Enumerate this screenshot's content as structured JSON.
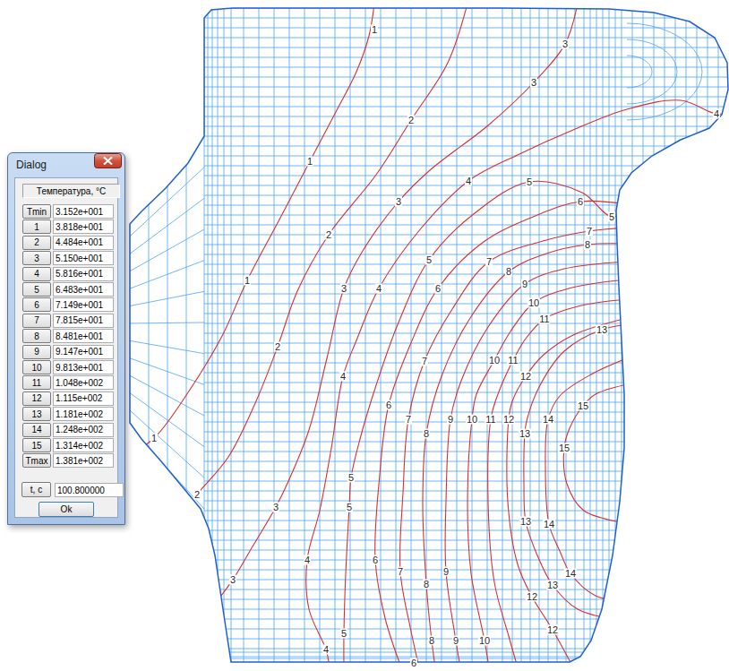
{
  "diagram": {
    "nodes": [
      {
        "text": [
          "Dialog"
        ]
      },
      {
        "text": [
          "Температура, °C"
        ],
        "in": 0
      },
      {
        "text": [
          "Tmin"
        ],
        "in": 0
      },
      {
        "text": [
          "3.152e+001"
        ],
        "in": 0
      },
      {
        "text": [
          "1"
        ],
        "in": 0
      },
      {
        "text": [
          "3.818e+001"
        ],
        "in": 0
      },
      {
        "text": [
          "2"
        ],
        "in": 0
      },
      {
        "text": [
          "4.484e+001"
        ],
        "in": 0
      },
      {
        "text": [
          "3"
        ],
        "in": 0
      },
      {
        "text": [
          "5.150e+001"
        ],
        "in": 0
      },
      {
        "text": [
          "4"
        ],
        "in": 0
      },
      {
        "text": [
          "5.816e+001"
        ],
        "in": 0
      },
      {
        "text": [
          "5"
        ],
        "in": 0
      },
      {
        "text": [
          "6.483e+001"
        ],
        "in": 0
      },
      {
        "text": [
          "6"
        ],
        "in": 0
      },
      {
        "text": [
          "7.149e+001"
        ],
        "in": 0
      },
      {
        "text": [
          "7"
        ],
        "in": 0
      },
      {
        "text": [
          "7.815e+001"
        ],
        "in": 0
      },
      {
        "text": [
          "8"
        ],
        "in": 0
      },
      {
        "text": [
          "8.481e+001"
        ],
        "in": 0
      },
      {
        "text": [
          "9"
        ],
        "in": 0
      },
      {
        "text": [
          "9.147e+001"
        ],
        "in": 0
      },
      {
        "text": [
          "10"
        ],
        "in": 0
      },
      {
        "text": [
          "9.813e+001"
        ],
        "in": 0
      },
      {
        "text": [
          "11"
        ],
        "in": 0
      },
      {
        "text": [
          "1.048e+002"
        ],
        "in": 0
      },
      {
        "text": [
          "12"
        ],
        "in": 0
      },
      {
        "text": [
          "1.115e+002"
        ],
        "in": 0
      },
      {
        "text": [
          "13"
        ],
        "in": 0
      },
      {
        "text": [
          "1.181e+002"
        ],
        "in": 0
      },
      {
        "text": [
          "14"
        ],
        "in": 0
      },
      {
        "text": [
          "1.248e+002"
        ],
        "in": 0
      },
      {
        "text": [
          "15"
        ],
        "in": 0
      },
      {
        "text": [
          "1.314e+002"
        ],
        "in": 0
      },
      {
        "text": [
          "Tmax"
        ],
        "in": 0
      },
      {
        "text": [
          "1.381e+002"
        ],
        "in": 0
      },
      {
        "text": [
          "t, c"
        ],
        "in": 0
      },
      {
        "text": [
          "100.800000"
        ],
        "in": 0
      },
      {
        "text": [
          "Ok"
        ],
        "in": 0
      }
    ],
    "labels": [
      "1",
      "3",
      "3",
      "4",
      "2",
      "1",
      "4",
      "5",
      "3",
      "6",
      "5",
      "7",
      "2",
      "8",
      "5",
      "7",
      "8",
      "1",
      "9",
      "3",
      "4",
      "6",
      "10",
      "11",
      "13",
      "2",
      "10",
      "11",
      "7",
      "4",
      "12",
      "6",
      "15",
      "7",
      "9",
      "10",
      "11",
      "12",
      "14",
      "8",
      "13",
      "1",
      "15",
      "5",
      "2",
      "3",
      "5",
      "13",
      "14",
      "4",
      "6",
      "7",
      "9",
      "14",
      "3",
      "8",
      "13",
      "12",
      "12",
      "5",
      "8",
      "9",
      "10",
      "4",
      "6"
    ]
  }
}
